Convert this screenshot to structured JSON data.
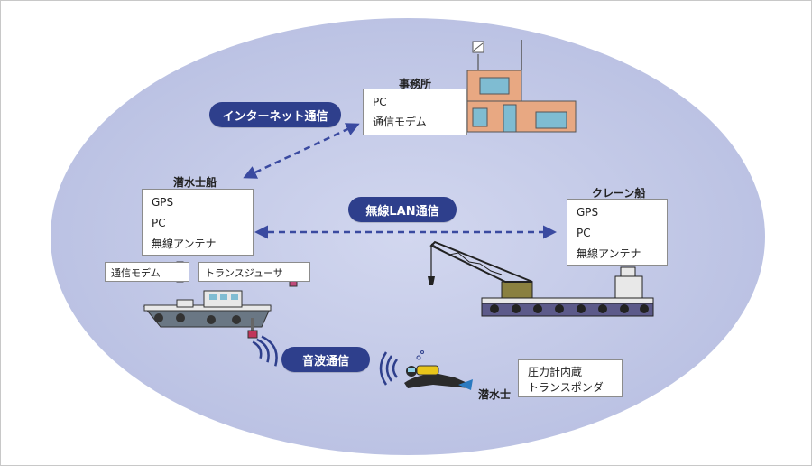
{
  "communications": {
    "internet": "インターネット通信",
    "wireless_lan": "無線LAN通信",
    "sonar": "音波通信"
  },
  "office": {
    "title": "事務所",
    "items": [
      "PC",
      "通信モデム"
    ]
  },
  "diver_ship": {
    "title": "潜水士船",
    "items": [
      "GPS",
      "PC",
      "無線アンテナ"
    ],
    "tags": [
      "通信モデム",
      "トランスジューサ"
    ]
  },
  "crane_ship": {
    "title": "クレーン船",
    "items": [
      "GPS",
      "PC",
      "無線アンテナ"
    ]
  },
  "diver": {
    "title": "潜水士",
    "transponder_lines": [
      "圧力計内蔵",
      "トランスポンダ"
    ]
  },
  "colors": {
    "background_ellipse": "#c5cbe8",
    "pill": "#2e3f8c",
    "arrow": "#3a4aa0",
    "building": "#e8a882",
    "window": "#7fbcd2"
  }
}
